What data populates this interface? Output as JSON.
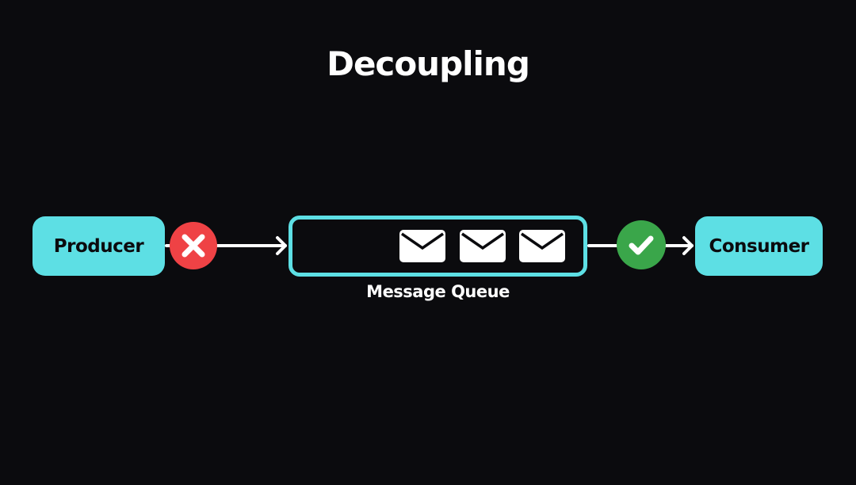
{
  "title": "Decoupling",
  "producer": {
    "label": "Producer",
    "status_icon": "x-circle-icon",
    "status_color": "#ef4444"
  },
  "queue": {
    "label": "Message Queue",
    "message_count": 3,
    "message_icon": "envelope-icon"
  },
  "consumer": {
    "label": "Consumer",
    "status_icon": "check-circle-icon",
    "status_color": "#3aa64a"
  },
  "colors": {
    "node": "#5ddfe4",
    "background": "#0b0b0e"
  }
}
